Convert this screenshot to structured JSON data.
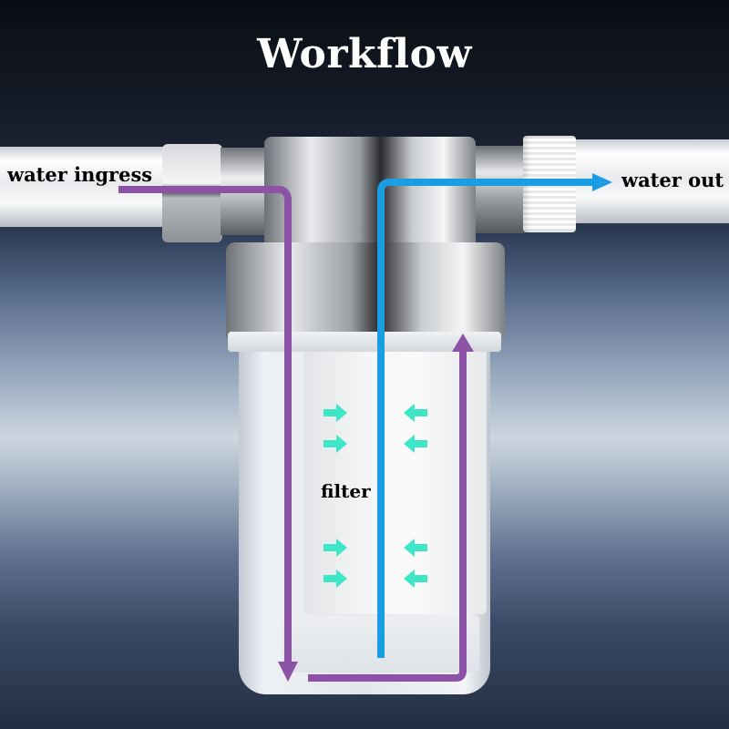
{
  "title": "Workflow",
  "labels": {
    "inlet": "water ingress",
    "outlet": "water out",
    "filter": "filter"
  },
  "colors": {
    "inflow_path": "#8b52a6",
    "outflow_path": "#1a9de3",
    "filtration_arrows": "#3ee6c8",
    "title_text": "#ffffff",
    "label_text": "#000000"
  },
  "flow": {
    "inflow_arrows": [
      "down-arrow",
      "up-arrow"
    ],
    "outflow_arrows": [
      "right-arrow"
    ],
    "filtration_arrows": {
      "left_side": [
        "right-arrow",
        "right-arrow",
        "right-arrow",
        "right-arrow"
      ],
      "right_side": [
        "left-arrow",
        "left-arrow",
        "left-arrow",
        "left-arrow"
      ]
    }
  }
}
